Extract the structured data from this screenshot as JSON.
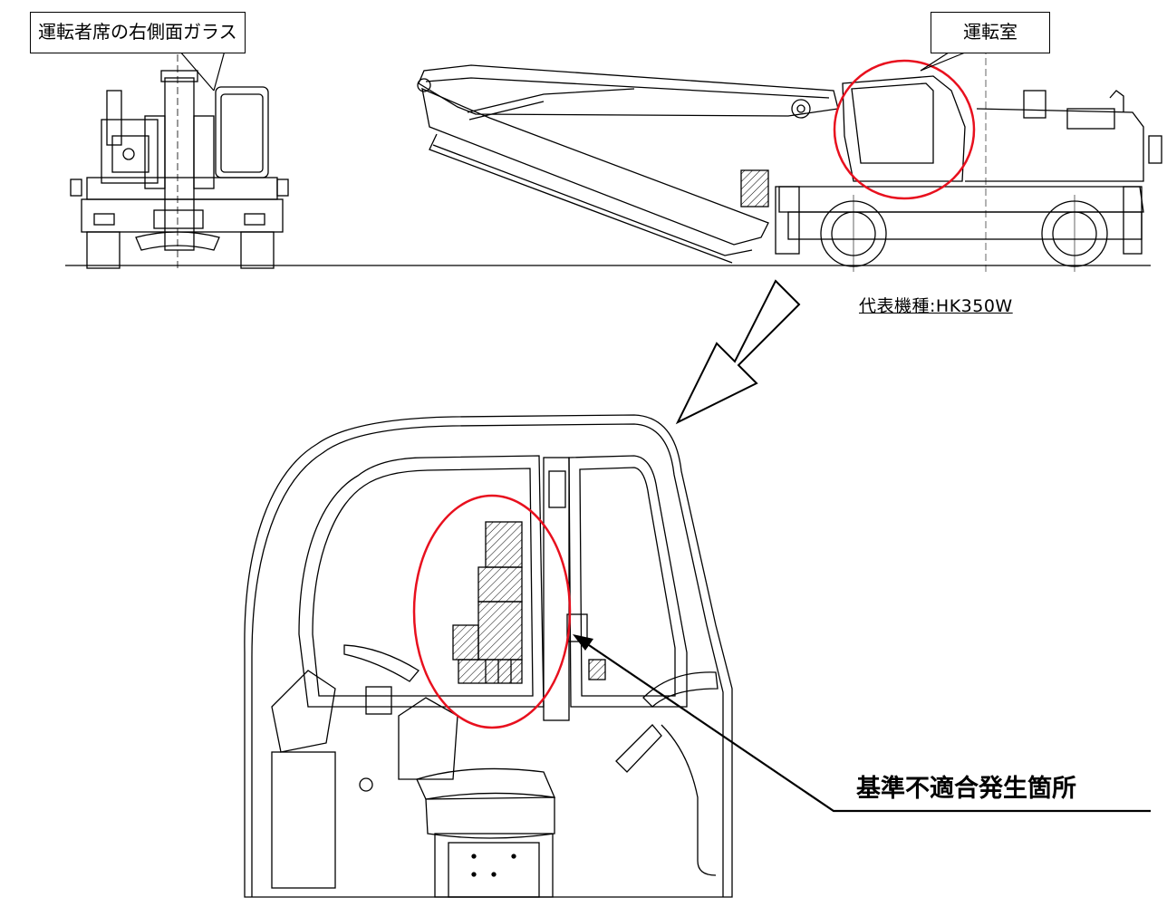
{
  "labels": {
    "glass": "運転者席の右側面ガラス",
    "cabin": "運転室",
    "model": "代表機種:HK350W",
    "defect": "基準不適合発生箇所"
  },
  "colors": {
    "highlight": "#e8101e",
    "line": "#000000"
  }
}
